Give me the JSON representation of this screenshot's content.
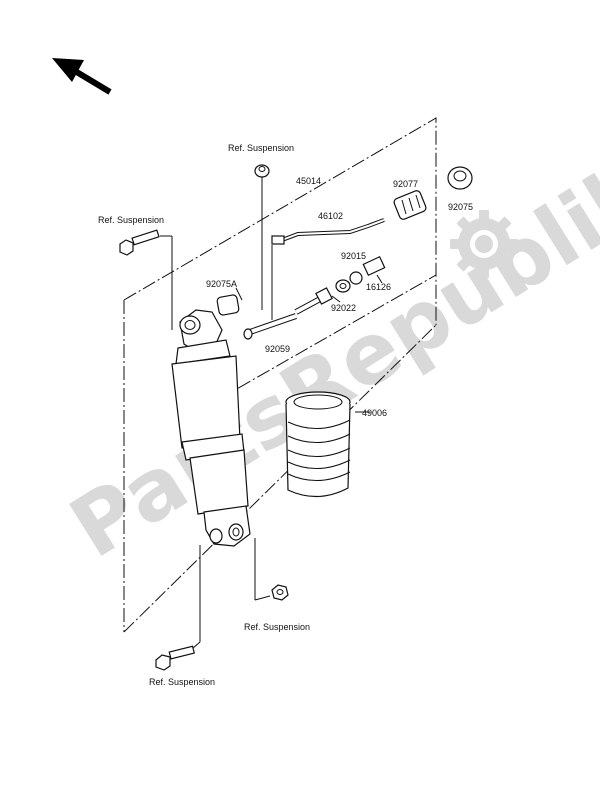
{
  "watermark": {
    "text": "PartsRepublik",
    "gear_icon": "gear-icon",
    "color": "#d9d9d9"
  },
  "orientation_icon": "arrow-up-left-icon",
  "labels": {
    "ref_top": "Ref. Suspension",
    "ref_left": "Ref. Suspension",
    "ref_bottom_right": "Ref. Suspension",
    "ref_bottom_left": "Ref. Suspension",
    "p45014": "45014",
    "p46102": "46102",
    "p92077": "92077",
    "p92075": "92075",
    "p92015": "92015",
    "p16126": "16126",
    "p92022": "92022",
    "p92075A": "92075A",
    "p92059": "92059",
    "p49006": "49006"
  }
}
